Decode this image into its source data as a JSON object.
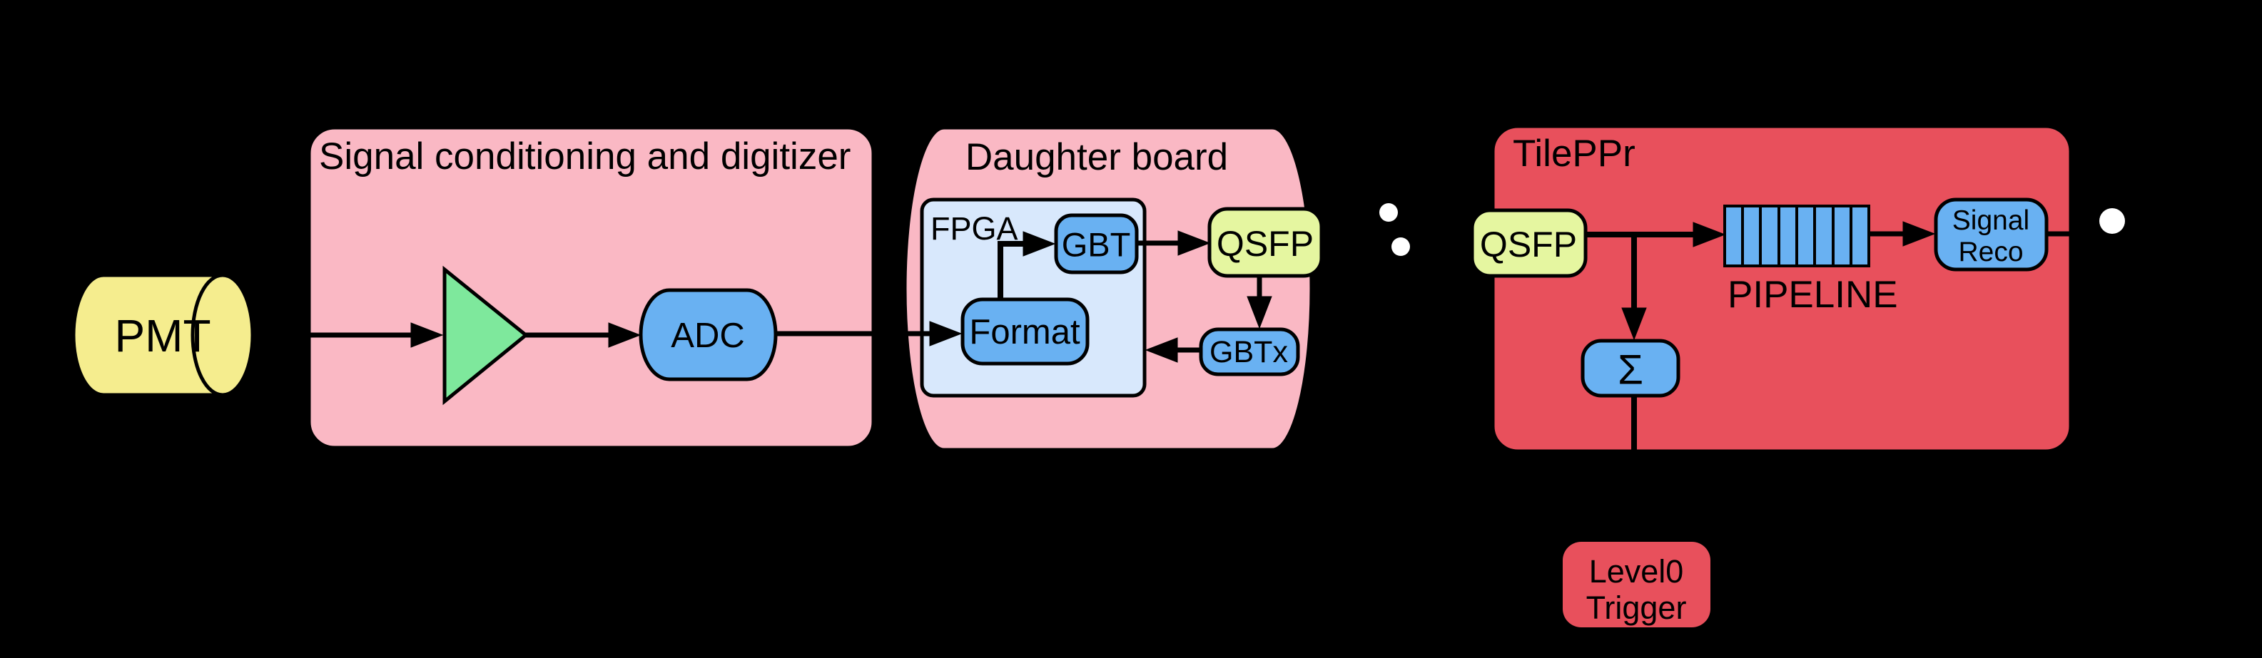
{
  "diagram": {
    "pmt": {
      "label": "PMT"
    },
    "signal_conditioning": {
      "title": "Signal conditioning and digitizer",
      "adc": "ADC"
    },
    "daughter_board": {
      "title": "Daughter board",
      "fpga": "FPGA",
      "gbt": "GBT",
      "format": "Format",
      "qsfp": "QSFP",
      "gbtx": "GBTx"
    },
    "tileppr": {
      "title": "TilePPr",
      "qsfp": "QSFP",
      "pipeline": "PIPELINE",
      "signal_reco_line1": "Signal",
      "signal_reco_line2": "Reco",
      "sum": "Σ"
    },
    "level0": {
      "line1": "Level0",
      "line2": "Trigger"
    }
  },
  "colors": {
    "background": "#000000",
    "board_pink": "#FAB8C4",
    "tileppr_red": "#E8505C",
    "node_blue": "#69B1F2",
    "fpga_light_blue": "#D8E8FC",
    "amplifier_green": "#7EE89C",
    "pmt_yellow": "#F5ED8E",
    "qsfp_lime": "#E5F6A0",
    "line_black": "#000000",
    "dot_white": "#FFFFFF"
  }
}
